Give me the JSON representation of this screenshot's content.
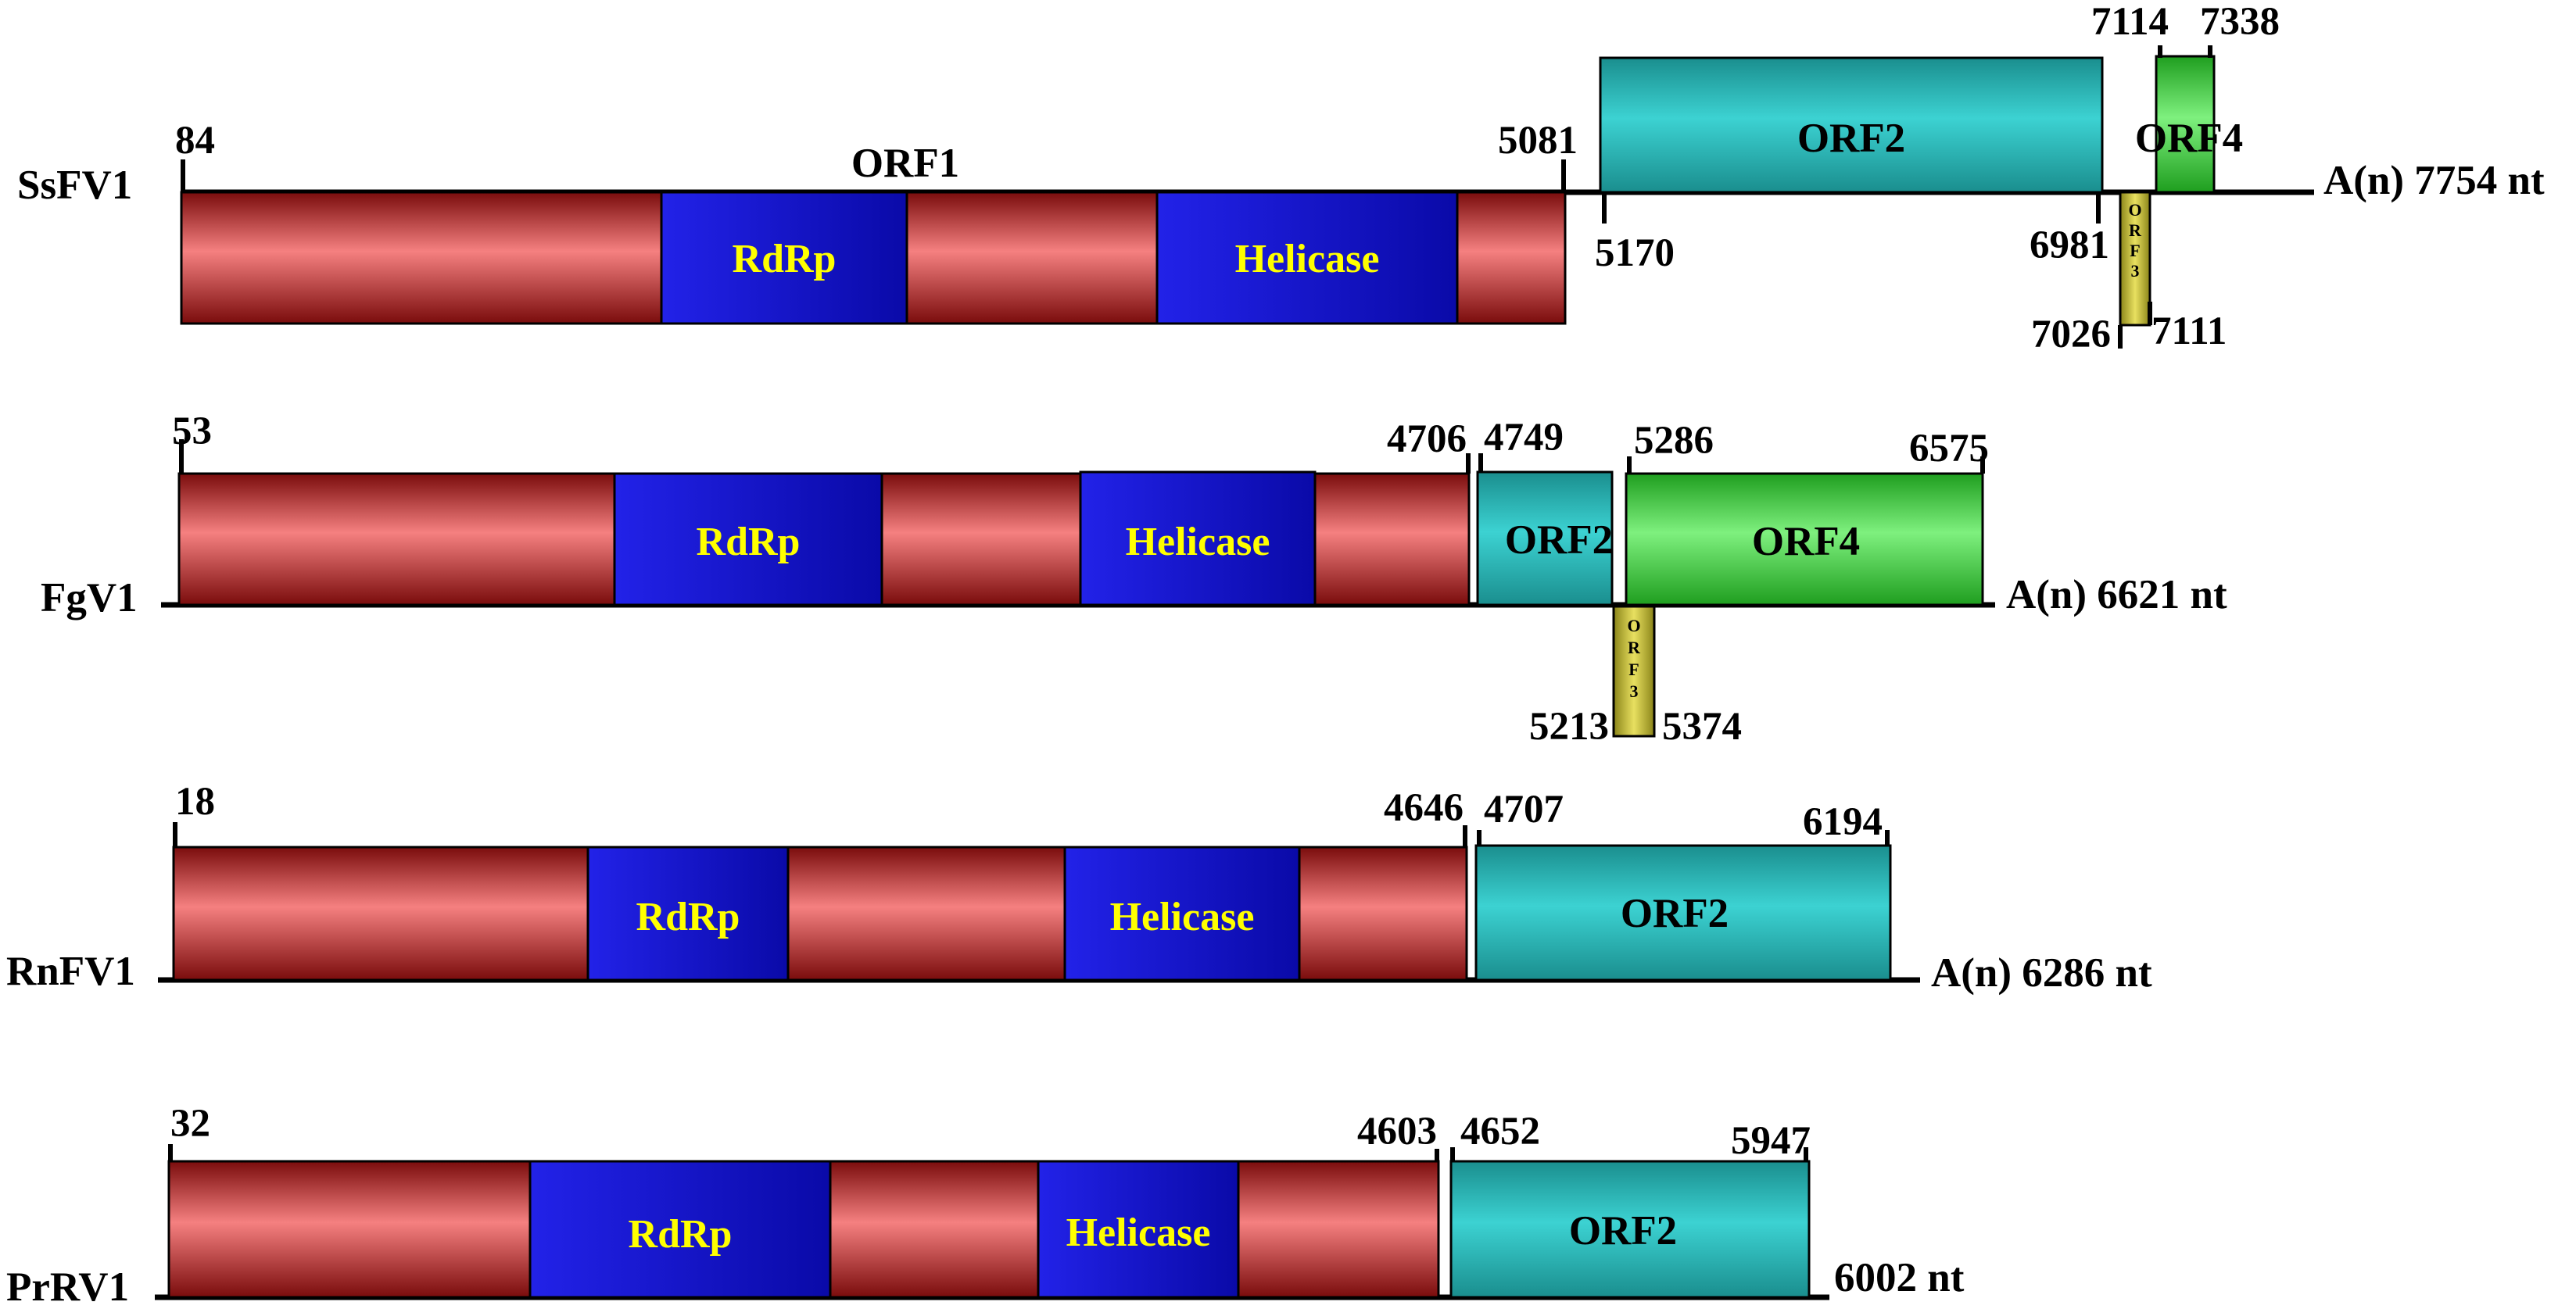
{
  "colors": {
    "orf1": "#cc3a3a",
    "domain": "#1a1ad0",
    "domain_text": "#ffff00",
    "orf2": "#2ec4c4",
    "orf3": "#c8c230",
    "orf4": "#46d646"
  },
  "genomes": [
    {
      "name": "SsFV1",
      "end_label": "A(n) 7754 nt",
      "orf1": {
        "label": "ORF1",
        "start": "84",
        "end": "5081",
        "rdrp": "RdRp",
        "helicase": "Helicase"
      },
      "orf2": {
        "label": "ORF2",
        "start": "5170",
        "end": "6981"
      },
      "orf3": {
        "label": "ORF3",
        "start": "7026",
        "end": "7111"
      },
      "orf4": {
        "label": "ORF4",
        "start": "7114",
        "end": "7338"
      }
    },
    {
      "name": "FgV1",
      "end_label": "A(n) 6621 nt",
      "orf1": {
        "start": "53",
        "end": "4706",
        "rdrp": "RdRp",
        "helicase": "Helicase"
      },
      "orf2": {
        "label": "ORF2",
        "start": "4749"
      },
      "orf3": {
        "label": "ORF3",
        "start": "5213",
        "end": "5374"
      },
      "orf4": {
        "label": "ORF4",
        "start": "5286",
        "end": "6575"
      }
    },
    {
      "name": "RnFV1",
      "end_label": "A(n) 6286 nt",
      "orf1": {
        "start": "18",
        "end": "4646",
        "rdrp": "RdRp",
        "helicase": "Helicase"
      },
      "orf2": {
        "label": "ORF2",
        "start": "4707",
        "end": "6194"
      }
    },
    {
      "name": "PrRV1",
      "end_label": "6002 nt",
      "orf1": {
        "start": "32",
        "end": "4603",
        "rdrp": "RdRp",
        "helicase": "Helicase"
      },
      "orf2": {
        "label": "ORF2",
        "start": "4652",
        "end": "5947"
      }
    }
  ]
}
